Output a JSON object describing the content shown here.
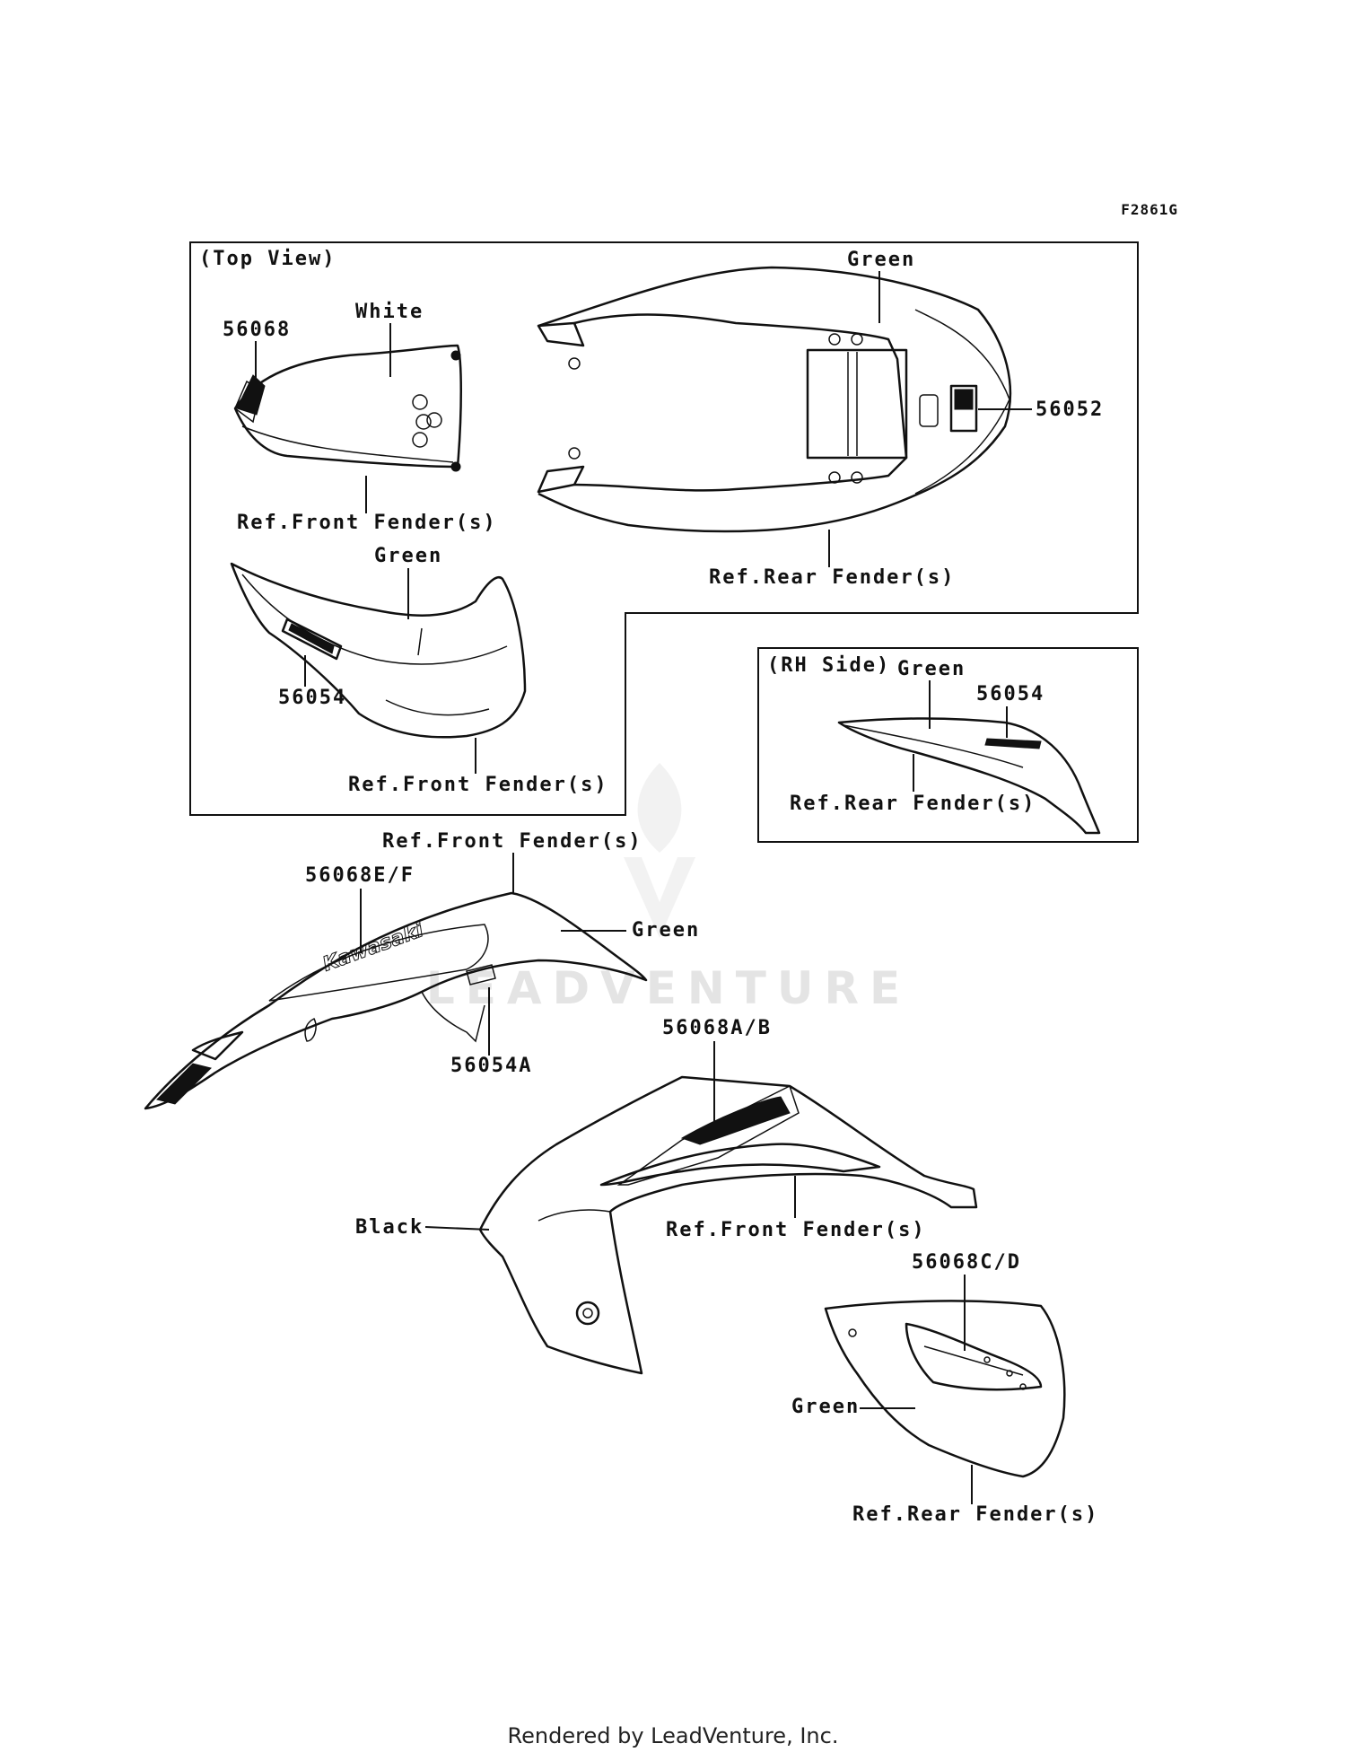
{
  "figure_code": "F2861G",
  "panels": {
    "top_view": {
      "title": "(Top View)"
    },
    "rh_side": {
      "title": "(RH Side)"
    }
  },
  "labels": {
    "white": "White",
    "green_top": "Green",
    "green_fender": "Green",
    "green_rh": "Green",
    "green_main": "Green",
    "green_lower": "Green",
    "black": "Black",
    "part_56068": "56068",
    "part_56052": "56052",
    "part_56054_top": "56054",
    "part_56054_rh": "56054",
    "part_56068ef": "56068E/F",
    "part_56054a": "56054A",
    "part_56068ab": "56068A/B",
    "part_56068cd": "56068C/D",
    "ref_front_fender_1": "Ref.Front Fender(s)",
    "ref_rear_fender_1": "Ref.Rear Fender(s)",
    "ref_front_fender_2": "Ref.Front Fender(s)",
    "ref_rear_fender_2": "Ref.Rear Fender(s)",
    "ref_front_fender_3": "Ref.Front Fender(s)",
    "ref_front_fender_4": "Ref.Front Fender(s)",
    "ref_rear_fender_3": "Ref.Rear Fender(s)"
  },
  "decal_text": "Kawasaki",
  "watermark": "LEADVENTURE",
  "footer": "Rendered by LeadVenture, Inc."
}
